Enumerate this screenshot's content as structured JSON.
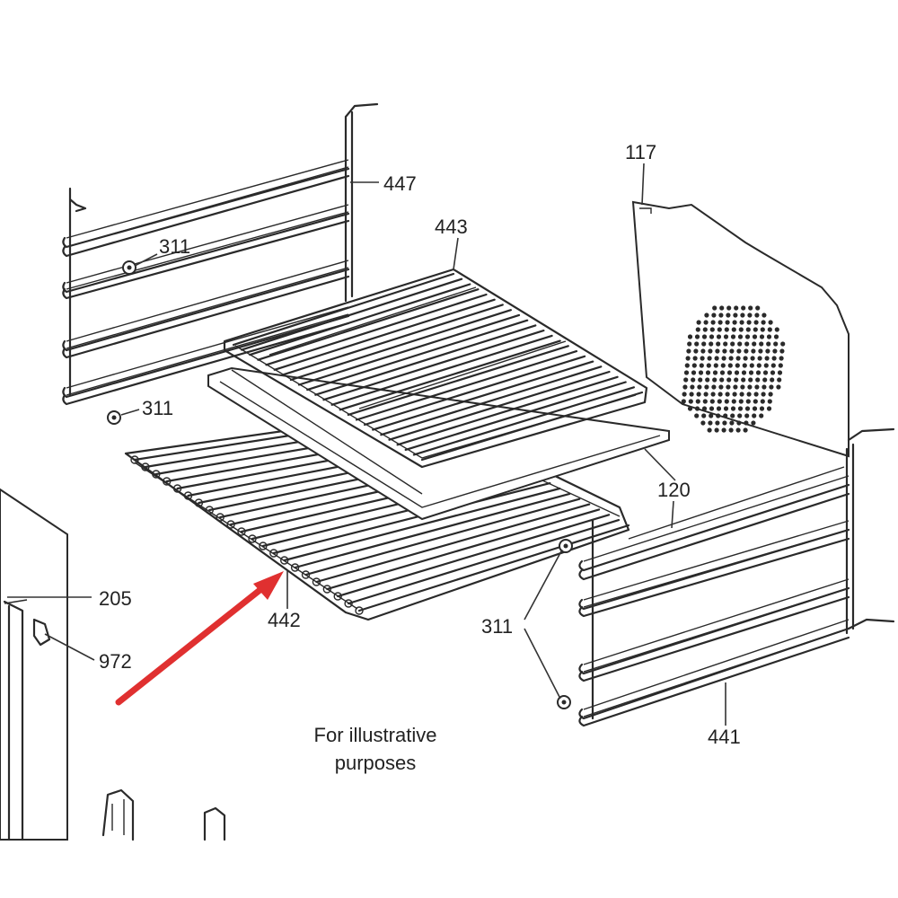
{
  "labels": {
    "p447": "447",
    "p311_top": "311",
    "p311_mid": "311",
    "p443": "443",
    "p117": "117",
    "p120": "120",
    "p442": "442",
    "p205": "205",
    "p972": "972",
    "p311_right": "311",
    "p441": "441"
  },
  "caption": {
    "line1": "For illustrative",
    "line2": "purposes"
  },
  "colors": {
    "line": "#2a2a2a",
    "arrow": "#e03030",
    "background": "#ffffff"
  }
}
